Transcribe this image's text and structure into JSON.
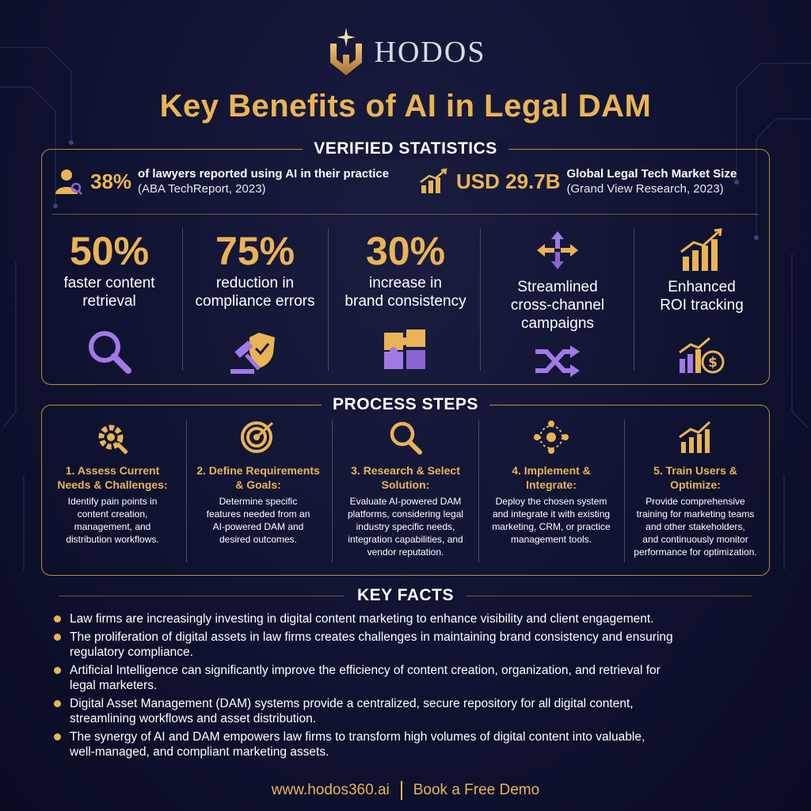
{
  "brand": {
    "name": "HODOS"
  },
  "title": "Key Benefits of AI in Legal DAM",
  "verified": {
    "heading": "VERIFIED STATISTICS",
    "lawyers": {
      "value": "38%",
      "text": "of lawyers reported using AI in their practice",
      "source": "(ABA TechReport, 2023)"
    },
    "market": {
      "value": "USD 29.7B",
      "text": "Global Legal Tech Market Size",
      "source": "(Grand View Research, 2023)"
    },
    "stats": [
      {
        "value": "50%",
        "line1": "faster content",
        "line2": "retrieval",
        "line3": "",
        "icon": "magnifier-icon"
      },
      {
        "value": "75%",
        "line1": "reduction in",
        "line2": "compliance errors",
        "line3": "",
        "icon": "gavel-shield-icon"
      },
      {
        "value": "30%",
        "line1": "increase in",
        "line2": "brand consistency",
        "line3": "",
        "icon": "puzzle-icon"
      },
      {
        "value": "",
        "line1": "Streamlined",
        "line2": "cross-channel",
        "line3": "campaigns",
        "icon": "arrows-icon"
      },
      {
        "value": "",
        "line1": "Enhanced",
        "line2": "ROI tracking",
        "line3": "",
        "icon": "growth-chart-icon"
      }
    ]
  },
  "process": {
    "heading": "PROCESS STEPS",
    "steps": [
      {
        "t1": "1. Assess Current",
        "t2": "Needs & Challenges:",
        "d": [
          "Identify pain points in",
          "content creation,",
          "management, and",
          "distribution workflows."
        ],
        "icon": "gear-wrench-icon"
      },
      {
        "t1": "2. Define Requirements",
        "t2": "& Goals:",
        "d": [
          "Determine specific",
          "features needed from an",
          "AI-powered DAM and",
          "desired outcomes."
        ],
        "icon": "target-icon"
      },
      {
        "t1": "3. Research & Select",
        "t2": "Solution:",
        "d": [
          "Evaluate AI-powered DAM",
          "platforms, considering legal",
          "industry specific needs,",
          "integration capabilities, and",
          "vendor reputation."
        ],
        "icon": "search-icon"
      },
      {
        "t1": "4. Implement &",
        "t2": "Integrate:",
        "d": [
          "Deploy the chosen system",
          "and integrate it with existing",
          "marketing, CRM, or practice",
          "management tools."
        ],
        "icon": "network-icon"
      },
      {
        "t1": "5. Train Users &",
        "t2": "Optimize:",
        "d": [
          "Provide comprehensive",
          "training for marketing teams",
          "and other stakeholders,",
          "and continuously monitor",
          "performance for optimization."
        ],
        "icon": "trend-up-icon"
      }
    ]
  },
  "facts": {
    "heading": "KEY FACTS",
    "items": [
      [
        "Law firms are increasingly investing in digital content marketing to enhance visibility and client engagement."
      ],
      [
        "The proliferation of digital assets in law firms creates challenges in maintaining brand consistency and ensuring",
        "regulatory compliance."
      ],
      [
        "Artificial Intelligence can significantly improve the efficiency of content creation, organization, and retrieval for",
        "legal marketers."
      ],
      [
        "Digital Asset Management (DAM) systems provide a centralized, secure repository for all digital content,",
        "streamlining workflows and asset distribution."
      ],
      [
        "The synergy of AI and DAM empowers law firms to transform high volumes of digital content into valuable,",
        "well-managed, and compliant marketing assets."
      ]
    ]
  },
  "footer": {
    "url": "www.hodos360.ai",
    "cta": "Book a Free Demo"
  },
  "colors": {
    "gold": "#e9b456",
    "bg": "#0f1230",
    "purple": "#8a63d2"
  }
}
